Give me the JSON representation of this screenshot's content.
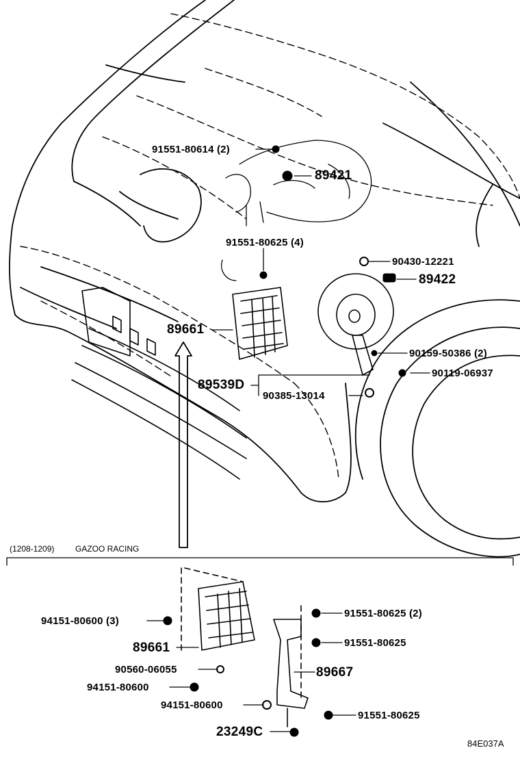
{
  "labels": {
    "p91551_80614": "91551-80614 (2)",
    "p89421": "89421",
    "p91551_80625_4": "91551-80625 (4)",
    "p90430_12221": "90430-12221",
    "p89422": "89422",
    "p89661_top": "89661",
    "p90159_50386": "90159-50386 (2)",
    "p89539D": "89539D",
    "p90119_06937": "90119-06937",
    "p90385_13014": "90385-13014",
    "p94151_80600_3": "94151-80600 (3)",
    "p89661_bottom": "89661",
    "p90560_06055": "90560-06055",
    "p94151_80600_a": "94151-80600",
    "p94151_80600_b": "94151-80600",
    "p23249C": "23249C",
    "p91551_80625_2": "91551-80625 (2)",
    "p91551_80625_a": "91551-80625",
    "p89667": "89667",
    "p91551_80625_b": "91551-80625"
  },
  "section": {
    "years": "(1208-1209)",
    "name": "GAZOO RACING"
  },
  "figure_code": "84E037A"
}
